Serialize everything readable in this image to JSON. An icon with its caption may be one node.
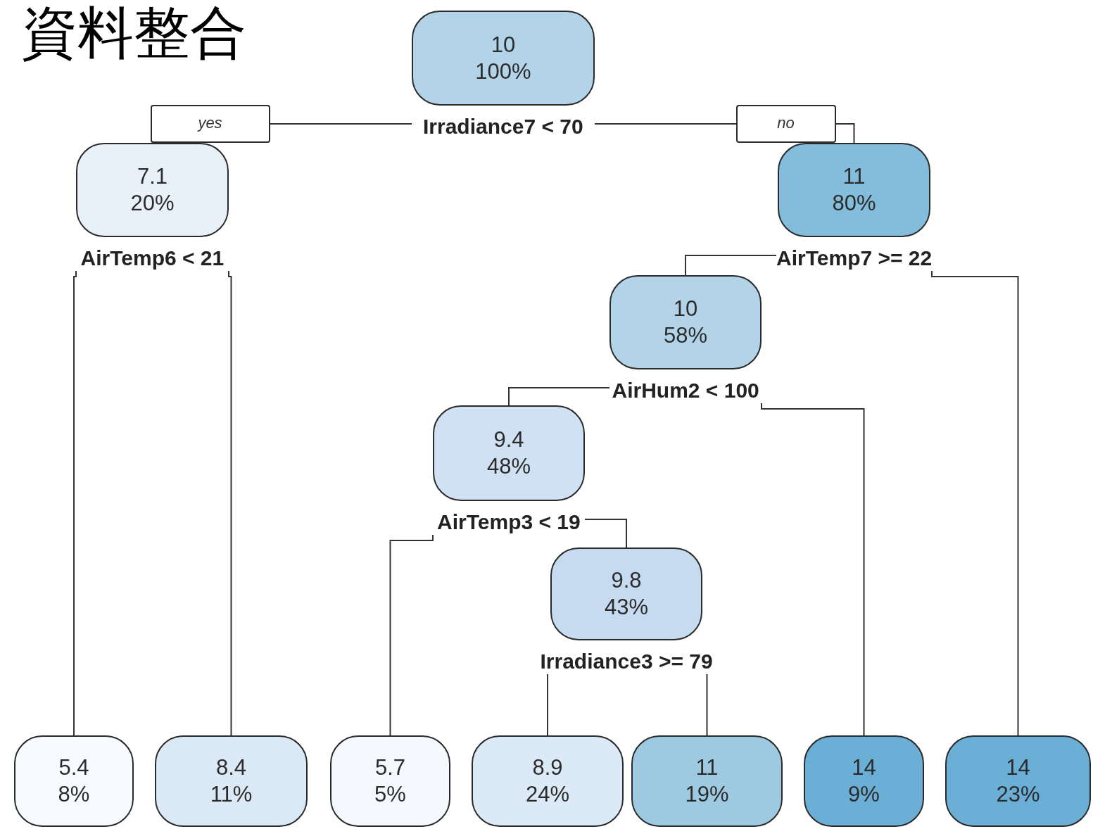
{
  "diagram": {
    "title": "資料整合",
    "nodes": [
      {
        "text": [
          "10",
          "100%"
        ],
        "beside": [
          "Irradiance7 < 70"
        ]
      },
      {
        "text": [
          "7.1",
          "20%"
        ],
        "beside": [
          "AirTemp6 < 21"
        ]
      },
      {
        "text": [
          "11",
          "80%"
        ],
        "beside": [
          "AirTemp7 >= 22"
        ]
      },
      {
        "text": [
          "10",
          "58%"
        ],
        "beside": [
          "AirHum2 < 100"
        ]
      },
      {
        "text": [
          "9.4",
          "48%"
        ],
        "beside": [
          "AirTemp3 < 19"
        ]
      },
      {
        "text": [
          "9.8",
          "43%"
        ],
        "beside": [
          "Irradiance3 >= 79"
        ]
      },
      {
        "text": [
          "5.4",
          "8%"
        ]
      },
      {
        "text": [
          "8.4",
          "11%"
        ]
      },
      {
        "text": [
          "5.7",
          "5%"
        ]
      },
      {
        "text": [
          "8.9",
          "24%"
        ]
      },
      {
        "text": [
          "11",
          "19%"
        ]
      },
      {
        "text": [
          "14",
          "9%"
        ]
      },
      {
        "text": [
          "14",
          "23%"
        ]
      }
    ],
    "edges": [
      {
        "from": 0,
        "to": 1,
        "arrow": "none",
        "label": "yes"
      },
      {
        "from": 0,
        "to": 2,
        "arrow": "none",
        "label": "no"
      },
      {
        "from": 1,
        "to": 6,
        "arrow": "none"
      },
      {
        "from": 1,
        "to": 7,
        "arrow": "none"
      },
      {
        "from": 2,
        "to": 3,
        "arrow": "none"
      },
      {
        "from": 2,
        "to": 12,
        "arrow": "none"
      },
      {
        "from": 3,
        "to": 4,
        "arrow": "none"
      },
      {
        "from": 3,
        "to": 11,
        "arrow": "none"
      },
      {
        "from": 4,
        "to": 8,
        "arrow": "none"
      },
      {
        "from": 4,
        "to": 5,
        "arrow": "none"
      },
      {
        "from": 5,
        "to": 9,
        "arrow": "none"
      },
      {
        "from": 5,
        "to": 10,
        "arrow": "none"
      }
    ]
  }
}
